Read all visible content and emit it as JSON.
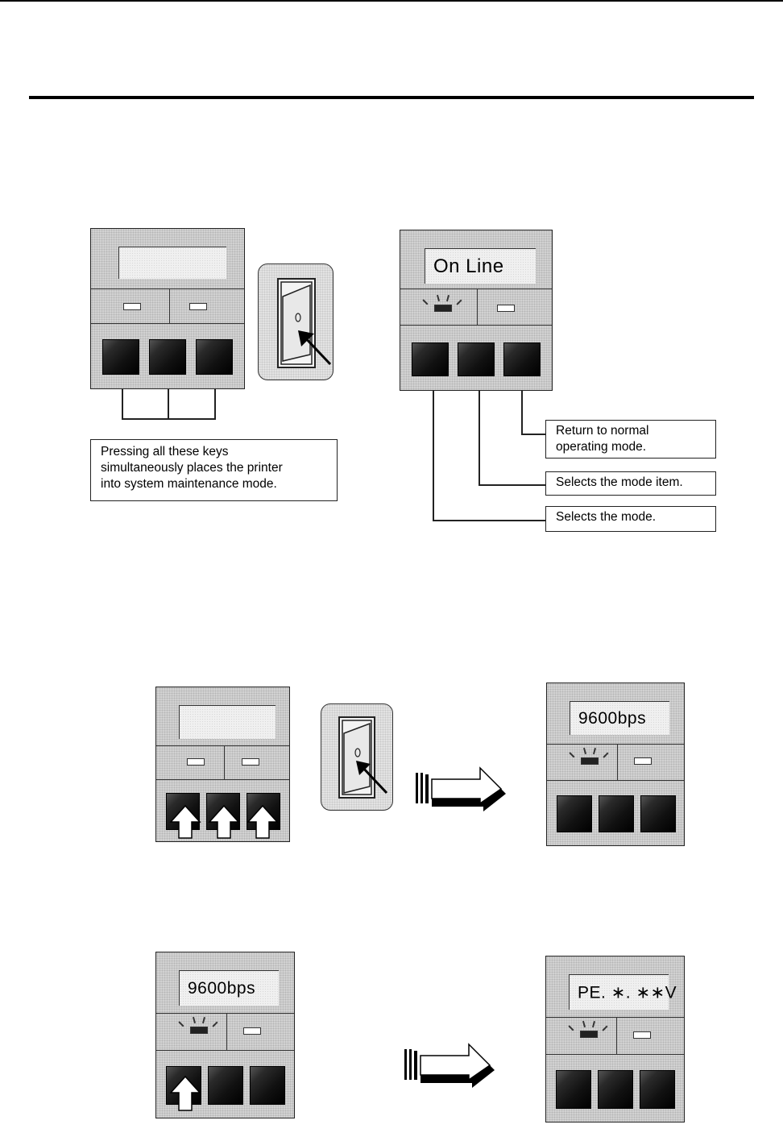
{
  "panels": {
    "fig1_left": {
      "display": ""
    },
    "fig1_right": {
      "display": "On Line"
    },
    "fig2_left": {
      "display": ""
    },
    "fig2_right": {
      "display": "9600bps"
    },
    "fig3_left": {
      "display": "9600bps"
    },
    "fig3_right": {
      "display": "PE. ∗. ∗∗V"
    }
  },
  "notes": {
    "all_keys": [
      "Pressing all these keys",
      "simultaneously places the printer",
      "into system maintenance mode."
    ],
    "key3": [
      "Return to normal",
      "operating mode."
    ],
    "key2": "Selects the mode item.",
    "key1": "Selects the mode."
  },
  "icons": {
    "power_switch": "power-switch-icon",
    "pointer_arrow": "arrow-icon",
    "up_arrow": "up-arrow-icon",
    "motion_arrow": "right-arrow-icon"
  },
  "colors": {
    "ink": "#000000",
    "panel": "#d2d2d2",
    "key": "#111111"
  }
}
